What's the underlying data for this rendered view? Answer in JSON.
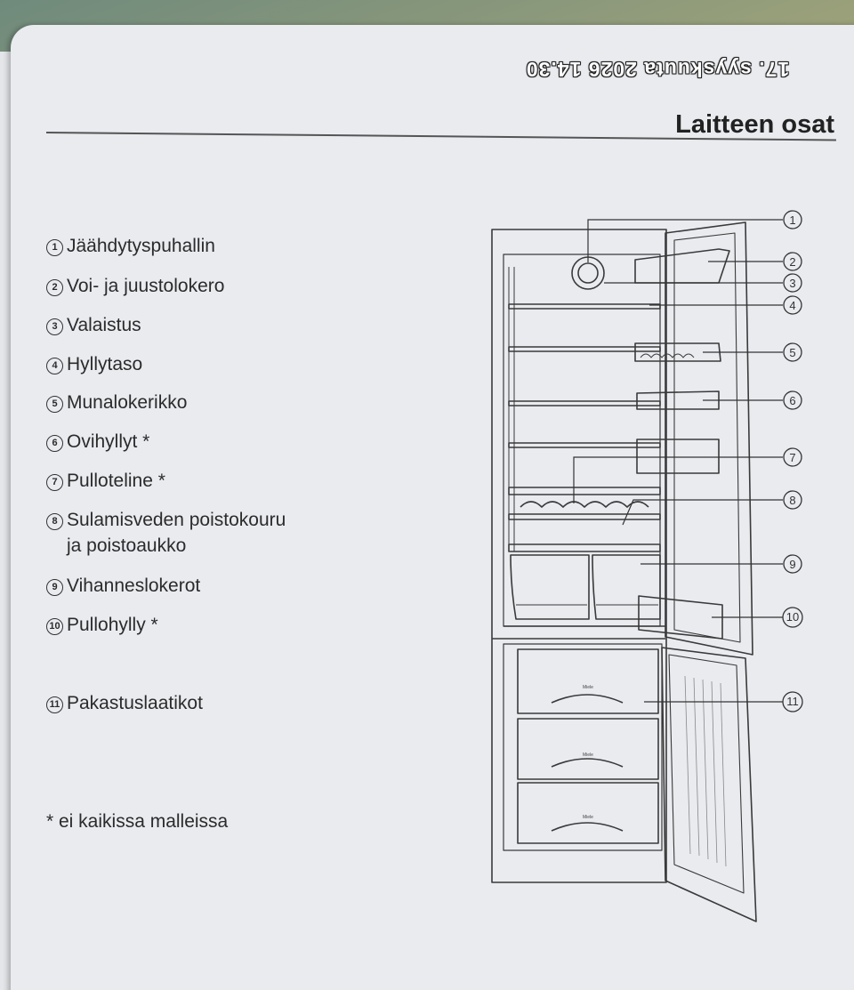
{
  "stamp": "17. syyskuuta 2026 14.30",
  "title": "Laitteen osat",
  "parts": [
    {
      "n": "1",
      "label": "Jäähdytyspuhallin"
    },
    {
      "n": "2",
      "label": "Voi- ja juustolokero"
    },
    {
      "n": "3",
      "label": "Valaistus"
    },
    {
      "n": "4",
      "label": "Hyllytaso"
    },
    {
      "n": "5",
      "label": "Munalokerikko"
    },
    {
      "n": "6",
      "label": "Ovihyllyt *"
    },
    {
      "n": "7",
      "label": "Pulloteline *"
    },
    {
      "n": "8",
      "label": "Sulamisveden poistokouru\nja poistoaukko"
    },
    {
      "n": "9",
      "label": "Vihanneslokerot"
    },
    {
      "n": "10",
      "label": "Pullohylly *"
    },
    {
      "n": "11",
      "label": "Pakastuslaatikot"
    }
  ],
  "footnote": "* ei kaikissa malleissa",
  "drawer_brand": "Miele"
}
